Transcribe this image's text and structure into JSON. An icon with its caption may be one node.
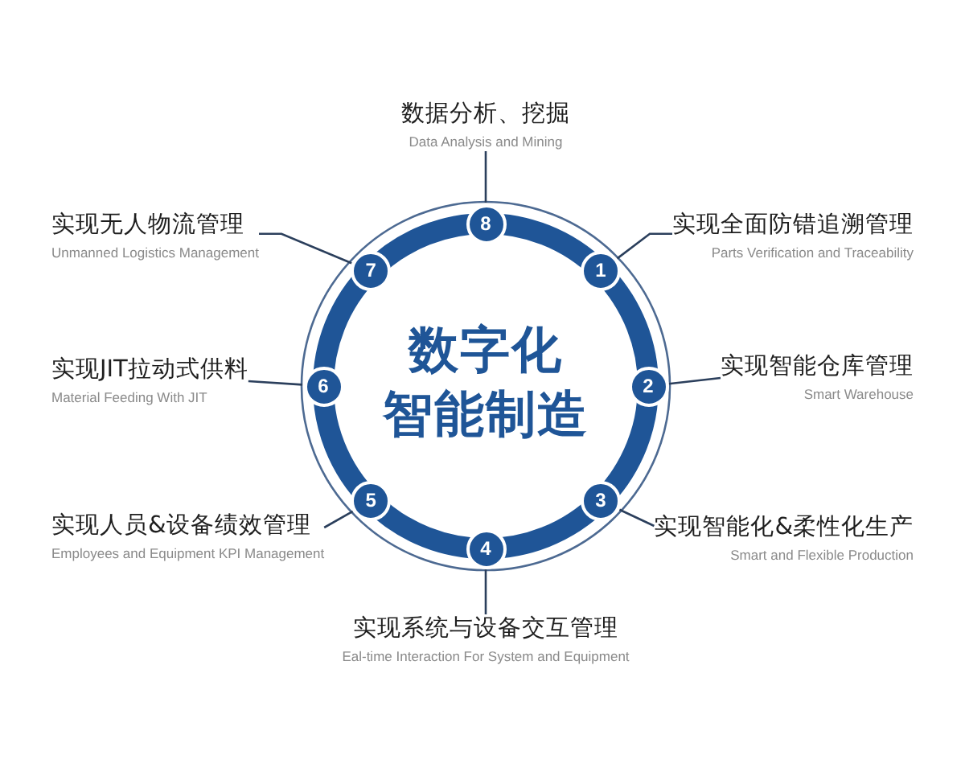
{
  "diagram": {
    "nodes": [
      {
        "text": [
          "数字化智能制造"
        ]
      },
      {
        "text": [
          "1"
        ]
      },
      {
        "text": [
          "2"
        ]
      },
      {
        "text": [
          "3"
        ]
      },
      {
        "text": [
          "4"
        ]
      },
      {
        "text": [
          "5"
        ]
      },
      {
        "text": [
          "6"
        ]
      },
      {
        "text": [
          "7"
        ]
      },
      {
        "text": [
          "8"
        ]
      },
      {
        "text": [
          "实现全面防错追溯管理",
          "Parts Verification and Traceability"
        ]
      },
      {
        "text": [
          "实现智能仓库管理",
          "Smart Warehouse"
        ]
      },
      {
        "text": [
          "实现智能化&柔性化生产",
          "Smart and Flexible Production"
        ]
      },
      {
        "text": [
          "实现系统与设备交互管理",
          "Eal-time Interaction For System and Equipment"
        ]
      },
      {
        "text": [
          "实现人员&设备绩效管理",
          "Employees and Equipment KPI Management"
        ]
      },
      {
        "text": [
          "实现JIT拉动式供料",
          "Material Feeding With JIT"
        ]
      },
      {
        "text": [
          "实现无人物流管理",
          "Unmanned Logistics Management"
        ]
      },
      {
        "text": [
          "数据分析、挖掘",
          "Data Analysis and Mining"
        ]
      }
    ],
    "edges": [
      {
        "from": 9,
        "to": 1,
        "arrow": "none"
      },
      {
        "from": 10,
        "to": 2,
        "arrow": "none"
      },
      {
        "from": 11,
        "to": 3,
        "arrow": "none"
      },
      {
        "from": 12,
        "to": 4,
        "arrow": "none"
      },
      {
        "from": 13,
        "to": 5,
        "arrow": "none"
      },
      {
        "from": 14,
        "to": 6,
        "arrow": "none"
      },
      {
        "from": 15,
        "to": 7,
        "arrow": "none"
      },
      {
        "from": 16,
        "to": 8,
        "arrow": "none"
      }
    ]
  }
}
